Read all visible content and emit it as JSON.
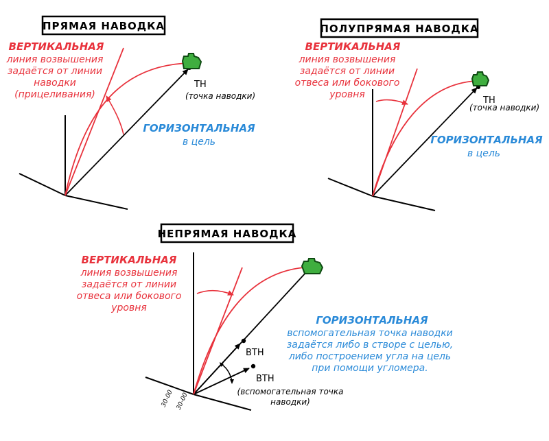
{
  "colors": {
    "red": "#e8323c",
    "blue": "#2a8ad8",
    "target": "#3fae3f",
    "ink": "#000000"
  },
  "panel_direct": {
    "title": "ПРЯМАЯ НАВОДКА",
    "vertical_title": "ВЕРТИКАЛЬНАЯ",
    "vertical_desc": [
      "линия возвышения",
      "задаётся от линии",
      "наводки",
      "(прицеливания)"
    ],
    "horizontal_title": "ГОРИЗОНТАЛЬНАЯ",
    "horizontal_desc": "в цель",
    "point_label": "ТН",
    "point_desc": "(точка наводки)",
    "target_icon": "tank-icon"
  },
  "panel_semi": {
    "title": "ПОЛУПРЯМАЯ НАВОДКА",
    "vertical_title": "ВЕРТИКАЛЬНАЯ",
    "vertical_desc": [
      "линия возвышения",
      "задаётся от линии",
      "отвеса или бокового",
      "уровня"
    ],
    "horizontal_title": "ГОРИЗОНТАЛЬНАЯ",
    "horizontal_desc": "в цель",
    "point_label": "ТН",
    "point_desc": "(точка наводки)",
    "target_icon": "tank-icon"
  },
  "panel_indirect": {
    "title": "НЕПРЯМАЯ НАВОДКА",
    "vertical_title": "ВЕРТИКАЛЬНАЯ",
    "vertical_desc": [
      "линия возвышения",
      "задаётся от линии",
      "отвеса или бокового",
      "уровня"
    ],
    "horizontal_title": "ГОРИЗОНТАЛЬНАЯ",
    "horizontal_desc": [
      "вспомогательная точка наводки",
      "задаётся либо в створе с целью,",
      "либо построением угла на цель",
      "при помощи угломера."
    ],
    "aux_point_label_1": "ВТН",
    "aux_point_label_2": "ВТН",
    "aux_point_desc": [
      "(вспомогательная точка",
      "наводки)"
    ],
    "scale_mark_1": "30-00",
    "scale_mark_2": "30-00",
    "target_icon": "tank-icon"
  }
}
